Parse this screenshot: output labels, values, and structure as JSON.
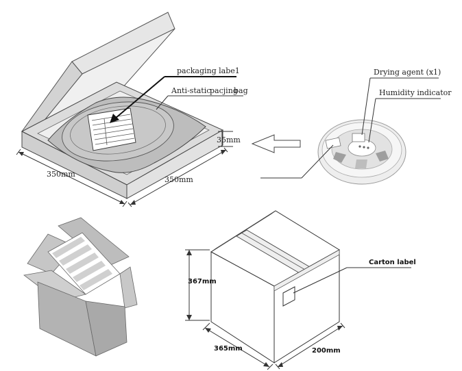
{
  "labels": {
    "packaging_label": "packaging labe1",
    "antistatic_bag_1": "Anti-static",
    "antistatic_bag_2": "pacjing",
    "antistatic_bag_3": "bag",
    "drying_agent": "Drying agent  (x1)",
    "humidity_indicator": "Humidity indicator",
    "carton_label": "Carton   label"
  },
  "dimensions": {
    "box_width": "350mm",
    "box_depth": "350mm",
    "box_height": "35mm",
    "carton_height": "367mm",
    "carton_width": "365mm",
    "carton_depth": "200mm"
  },
  "colors": {
    "box_top": "#d9d9d9",
    "box_side": "#c4c4c4",
    "bag": "#bdbdbd",
    "carton_gray": "#b3b3b3",
    "strip_gray": "#d0d0d0",
    "line": "#333333"
  }
}
